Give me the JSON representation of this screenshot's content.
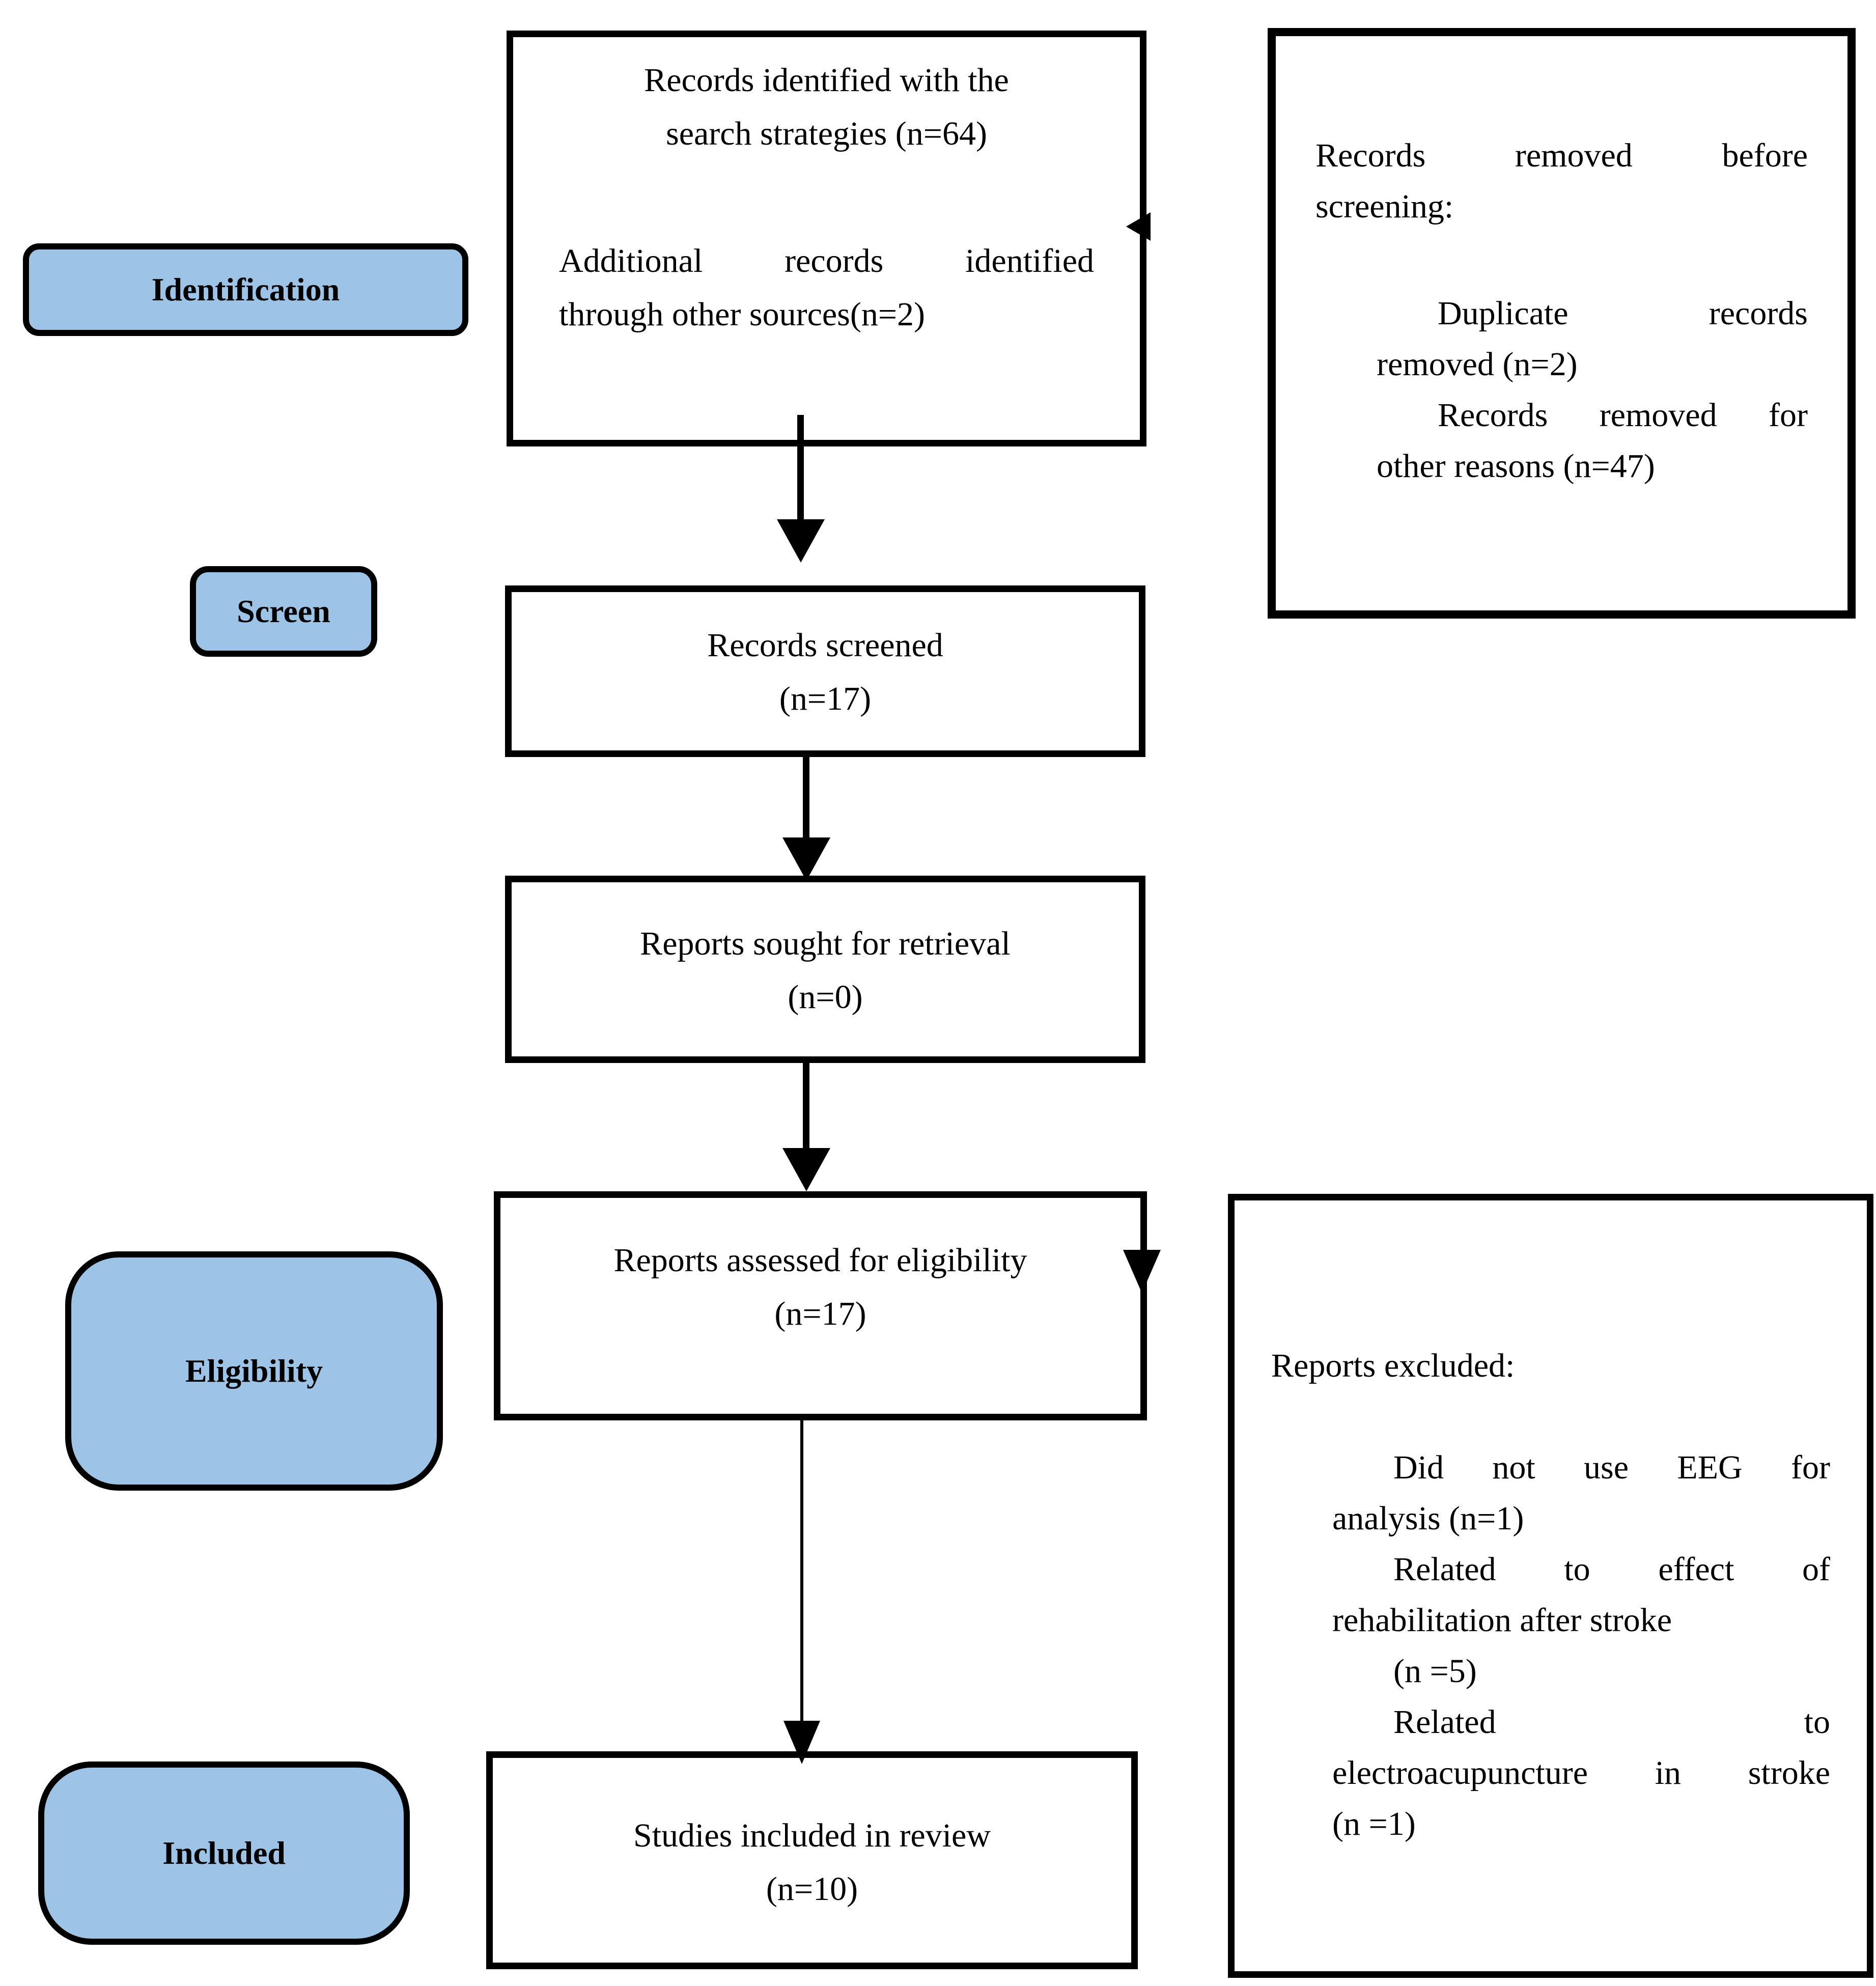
{
  "title": "PRISMA study selection flow diagram",
  "colors": {
    "stage_fill": "#9dc3e6",
    "border": "#000000",
    "background": "#ffffff"
  },
  "stage_labels": [
    {
      "id": "identification",
      "label": "Identification"
    },
    {
      "id": "screen",
      "label": "Screen"
    },
    {
      "id": "eligibility",
      "label": "Eligibility"
    },
    {
      "id": "included",
      "label": "Included"
    }
  ],
  "flow_boxes": {
    "identified": {
      "lines": [
        "Records identified with the",
        "search strategies (n=64)",
        "Additional records identified",
        "through other sources(n=2)"
      ]
    },
    "screened": {
      "lines": [
        "Records screened",
        "(n=17)"
      ]
    },
    "sought": {
      "lines": [
        "Reports sought for retrieval",
        "(n=0)"
      ]
    },
    "assessed": {
      "lines": [
        "Reports assessed for eligibility",
        "(n=17)"
      ]
    },
    "included": {
      "lines": [
        "Studies included in review",
        "(n=10)"
      ]
    }
  },
  "side_boxes": {
    "removed": {
      "lines": [
        "Records removed before",
        "screening:",
        "Duplicate records",
        "removed (n=2)",
        "Records removed for",
        "other reasons (n=47)"
      ]
    },
    "excluded": {
      "lines": [
        "Reports excluded:",
        "Did not use EEG for",
        "analysis (n=1)",
        "Related to effect of",
        "rehabilitation after stroke",
        "(n =5)",
        "Related to",
        "electroacupuncture in stroke",
        "(n =1)"
      ]
    }
  }
}
